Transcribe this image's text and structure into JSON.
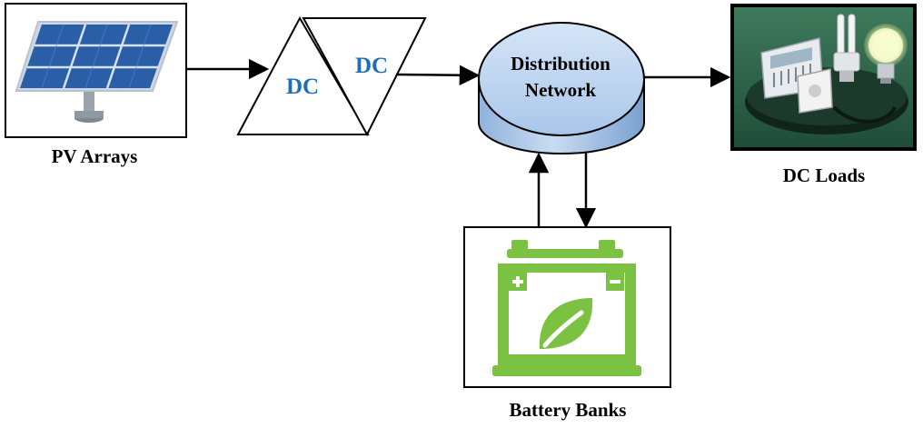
{
  "nodes": {
    "pv": {
      "label": "PV Arrays",
      "icon": "solar-panel-icon"
    },
    "converter": {
      "input_label": "DC",
      "output_label": "DC",
      "label_color": "#1f6fb7"
    },
    "network": {
      "line1": "Distribution",
      "line2": "Network",
      "fill": "#b4cfee"
    },
    "loads": {
      "label": "DC Loads",
      "icon": "dc-loads-icon"
    },
    "battery": {
      "label": "Battery Banks",
      "icon": "battery-leaf-icon",
      "color": "#7bc142"
    }
  },
  "arrows": [
    {
      "from": "pv",
      "to": "converter"
    },
    {
      "from": "converter",
      "to": "network"
    },
    {
      "from": "network",
      "to": "loads"
    },
    {
      "from": "battery",
      "to": "network"
    },
    {
      "from": "network",
      "to": "battery"
    }
  ]
}
